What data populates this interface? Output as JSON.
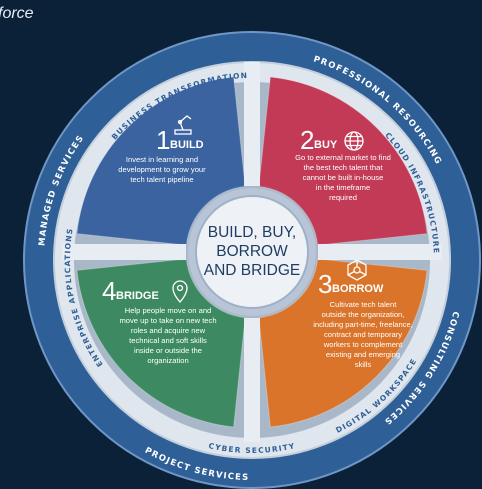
{
  "header": {
    "title_fragment": "force"
  },
  "center": {
    "lines": [
      "BUILD, BUY,",
      "BORROW",
      "AND BRIDGE"
    ]
  },
  "quadrants": [
    {
      "key": "build",
      "number": "1",
      "label": "BUILD",
      "icon": "robot-arm-icon",
      "color": "#3b63a0",
      "description": [
        "Invest in learning and",
        "development to grow your",
        "tech talent pipeline"
      ]
    },
    {
      "key": "buy",
      "number": "2",
      "label": "BUY",
      "icon": "globe-icon",
      "color": "#c23a55",
      "description": [
        "Go to external market to find",
        "the best tech talent that",
        "cannot be built in-house",
        "in the timeframe",
        "required"
      ]
    },
    {
      "key": "borrow",
      "number": "3",
      "label": "BORROW",
      "icon": "network-hexagon-icon",
      "color": "#d9742a",
      "description": [
        "Cultivate tech talent",
        "outside the organization,",
        "including part-time, freelance,",
        "contract and temporary",
        "workers to complement",
        "existing and emerging",
        "skills"
      ]
    },
    {
      "key": "bridge",
      "number": "4",
      "label": "BRIDGE",
      "icon": "location-pin-icon",
      "color": "#3d8a62",
      "description": [
        "Help people move on and",
        "move up to take on new tech",
        "roles and acquire new",
        "technical and soft skills",
        "inside or outside the",
        "organization"
      ]
    }
  ],
  "inner_ring": {
    "labels": [
      "BUSINESS TRANSFORMATION",
      "CLOUD INFRASTRUCTURE",
      "DIGITAL WORKSPACE",
      "CYBER SECURITY",
      "ENTERPRISE APPLICATIONS"
    ]
  },
  "outer_ring": {
    "labels": [
      "PROFESSIONAL RESOURCING",
      "CONSULTING SERVICES",
      "PROJECT SERVICES",
      "MANAGED SERVICES"
    ]
  },
  "colors": {
    "background": "#0b2138",
    "outer_ring": "#2f5f97",
    "inner_ring": "#dfe6ee",
    "inner_ring_text": "#2f5f97",
    "center_disc": "#eef2f6"
  }
}
